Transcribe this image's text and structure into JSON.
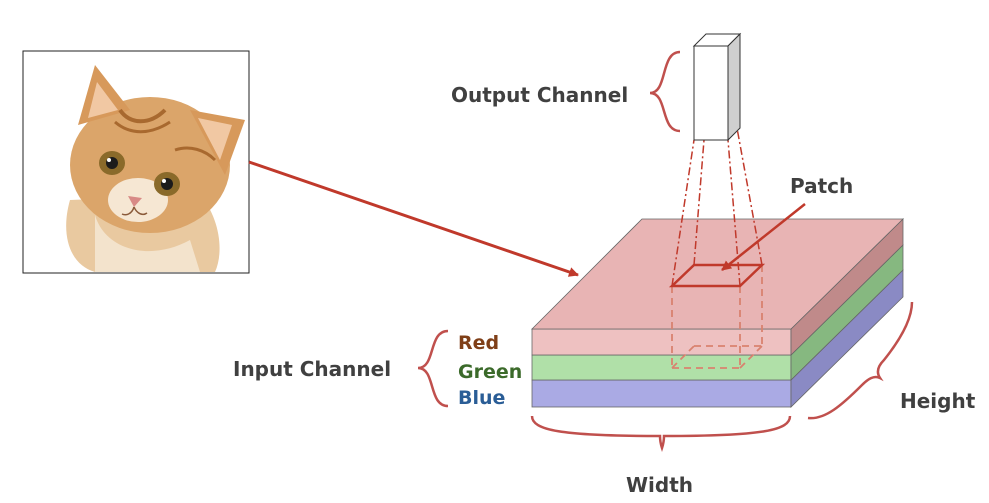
{
  "labels": {
    "output_channel": "Output Channel",
    "patch": "Patch",
    "input_channel": "Input Channel",
    "red": "Red",
    "green": "Green",
    "blue": "Blue",
    "height": "Height",
    "width": "Width"
  },
  "colors": {
    "accent_brace": "#c0504d",
    "arrow": "#c0392b",
    "red_text": "#7f3f18",
    "green_text": "#3b6a2a",
    "blue_text": "#2a5d96",
    "label_text": "#404040",
    "red_layer_top": "#e8b4b4",
    "red_layer_front": "#eec1c1",
    "red_layer_side": "#c08a8a",
    "green_layer_front": "#b0e0a8",
    "green_layer_side": "#86b880",
    "blue_layer_front": "#aaaae4",
    "blue_layer_side": "#8a8ac4"
  },
  "image": {
    "subject": "kitten photo",
    "icon": "cat-image"
  }
}
